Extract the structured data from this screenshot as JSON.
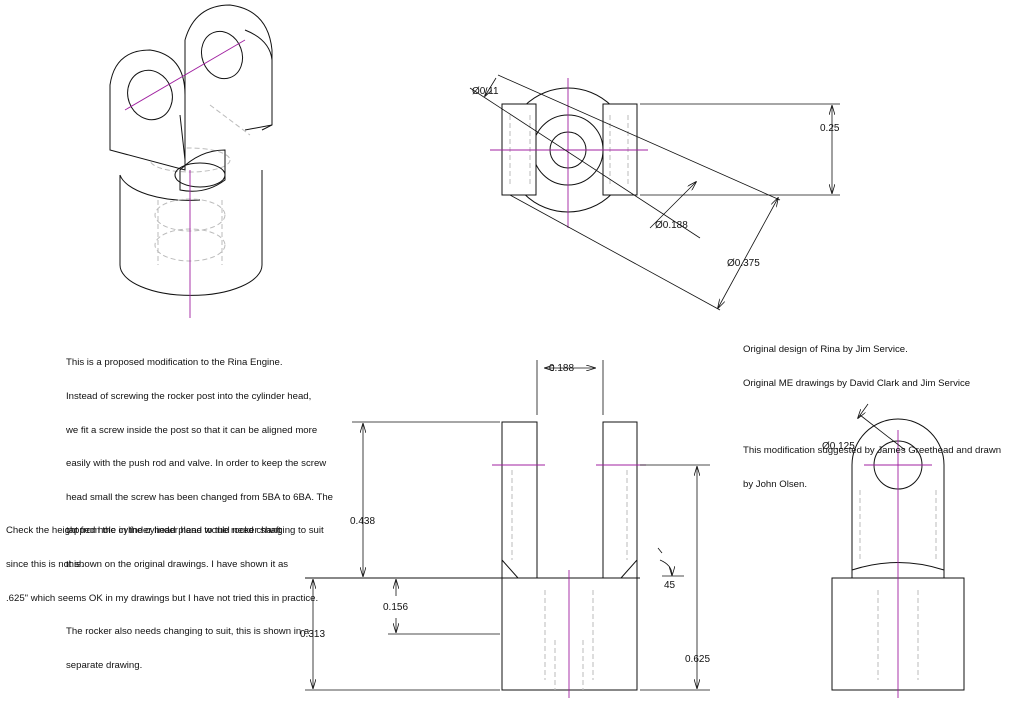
{
  "notes": {
    "proposal": [
      "This is a proposed modification to the Rina Engine.",
      "Instead of screwing the rocker post into the cylinder head,",
      "we fit a screw inside the post so that it can be aligned more",
      "easily with the push rod and valve. In order to keep the screw",
      "head small the screw has been changed from 5BA to 6BA. The",
      "tapped hole in the cylinder head would need changing to suit",
      "this.",
      "",
      "The rocker also needs changing to suit, this is shown in a",
      "separate drawing."
    ],
    "height_check": [
      "Check the height from the cylinder head plane to the rocker shaft",
      "since this is not shown on the original drawings. I have shown it as",
      ".625\" which seems OK in my drawings but I have not tried this in practice."
    ],
    "credits": [
      "Original design of Rina by Jim Service.",
      "Original ME drawings by David Clark and Jim Service",
      "",
      "This modification suggested by James Greethead and drawn",
      "by John Olsen."
    ]
  },
  "dimensions": {
    "top_small_dia": "Ø0.11",
    "top_mid_dia": "Ø0.188",
    "top_large_dia": "Ø0.375",
    "top_height": "0.25",
    "front_gap": "0.188",
    "front_fork_height": "0.438",
    "front_screw_depth": "0.156",
    "front_base_height": "0.313",
    "front_shaft_height": "0.625",
    "front_chamfer": "45",
    "side_hole_dia": "Ø0.125"
  },
  "colors": {
    "line": "#111111",
    "hidden": "#b8b8b8",
    "center": "#a020a0"
  }
}
